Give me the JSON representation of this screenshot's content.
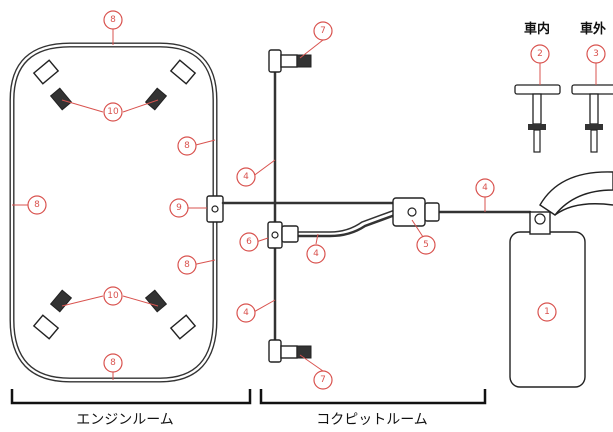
{
  "labels": {
    "interior": "車内",
    "exterior": "車外",
    "engine_room": "エンジンルーム",
    "cockpit_room": "コクピットルーム"
  },
  "callouts": {
    "c1": "1",
    "c2": "2",
    "c3": "3",
    "c4a": "4",
    "c4b": "4",
    "c4c": "4",
    "c4d": "4",
    "c5": "5",
    "c6": "6",
    "c7a": "7",
    "c7b": "7",
    "c8a": "8",
    "c8b": "8",
    "c8c": "8",
    "c8d": "8",
    "c8e": "8",
    "c9": "9",
    "c10a": "10",
    "c10b": "10"
  },
  "colors": {
    "callout": "#d9534f",
    "line": "#333333"
  }
}
